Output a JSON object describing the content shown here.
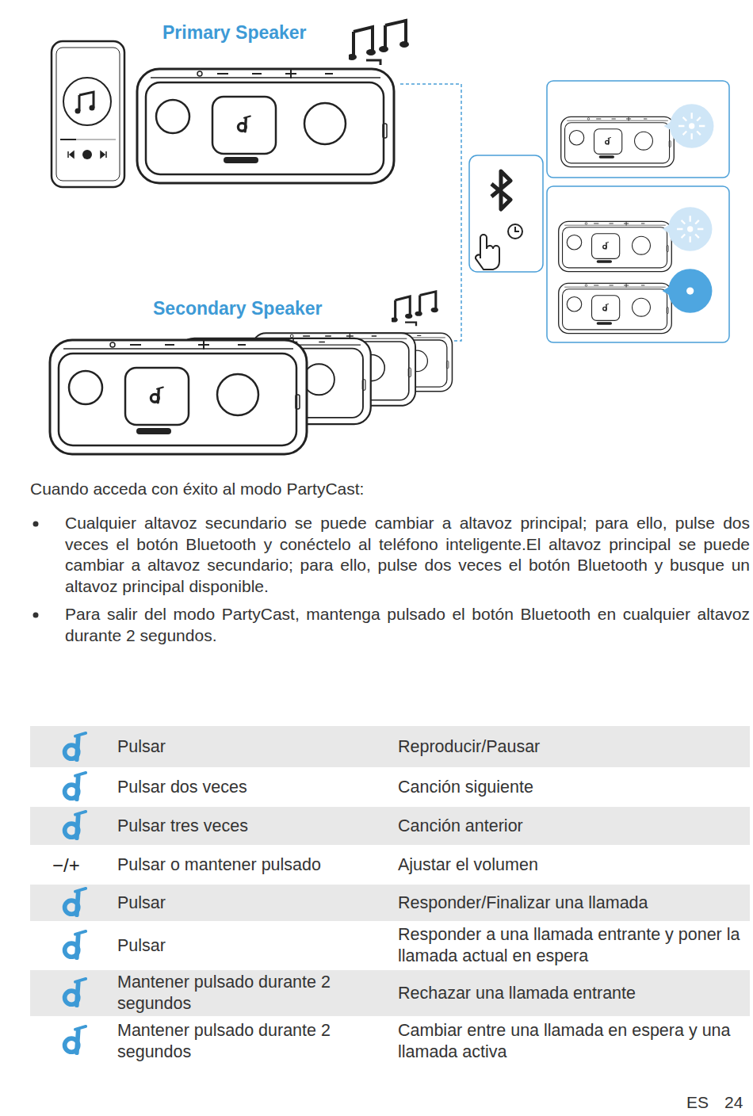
{
  "diagram": {
    "nodes": [
      {
        "text": [
          "Primary Speaker"
        ]
      },
      {
        "text": [
          "Secondary Speaker"
        ]
      }
    ],
    "edges": [
      {
        "from": 0,
        "to": 1,
        "arrow": "none"
      }
    ],
    "labels": [
      "Cuando acceda con éxito al modo PartyCast:",
      "Cualquier altavoz secundario se puede cambiar a altavoz principal; para ello, pulse dos veces el botón Bluetooth y conéctelo al teléfono inteligente.El altavoz principal se puede cambiar a altavoz secundario; para ello, pulse dos veces el botón Bluetooth y busque un altavoz principal disponible.",
      "Para salir del modo PartyCast, mantenga pulsado el botón Bluetooth en cualquier altavoz durante 2 segundos.",
      "Pulsar",
      "Reproducir/Pausar",
      "Pulsar dos veces",
      "Canción siguiente",
      "Pulsar tres veces",
      "Canción anterior",
      "−/+",
      "Pulsar o mantener pulsado",
      "Ajustar el volumen",
      "Pulsar",
      "Responder/Finalizar una llamada",
      "Pulsar",
      "Responder a una llamada entrante y poner la llamada actual en espera",
      "Mantener pulsado durante 2 segundos",
      "Rechazar una llamada entrante",
      "Mantener pulsado durante 2 segundos",
      "Cambiar entre una llamada en espera y una llamada activa",
      "ES",
      "24"
    ]
  }
}
